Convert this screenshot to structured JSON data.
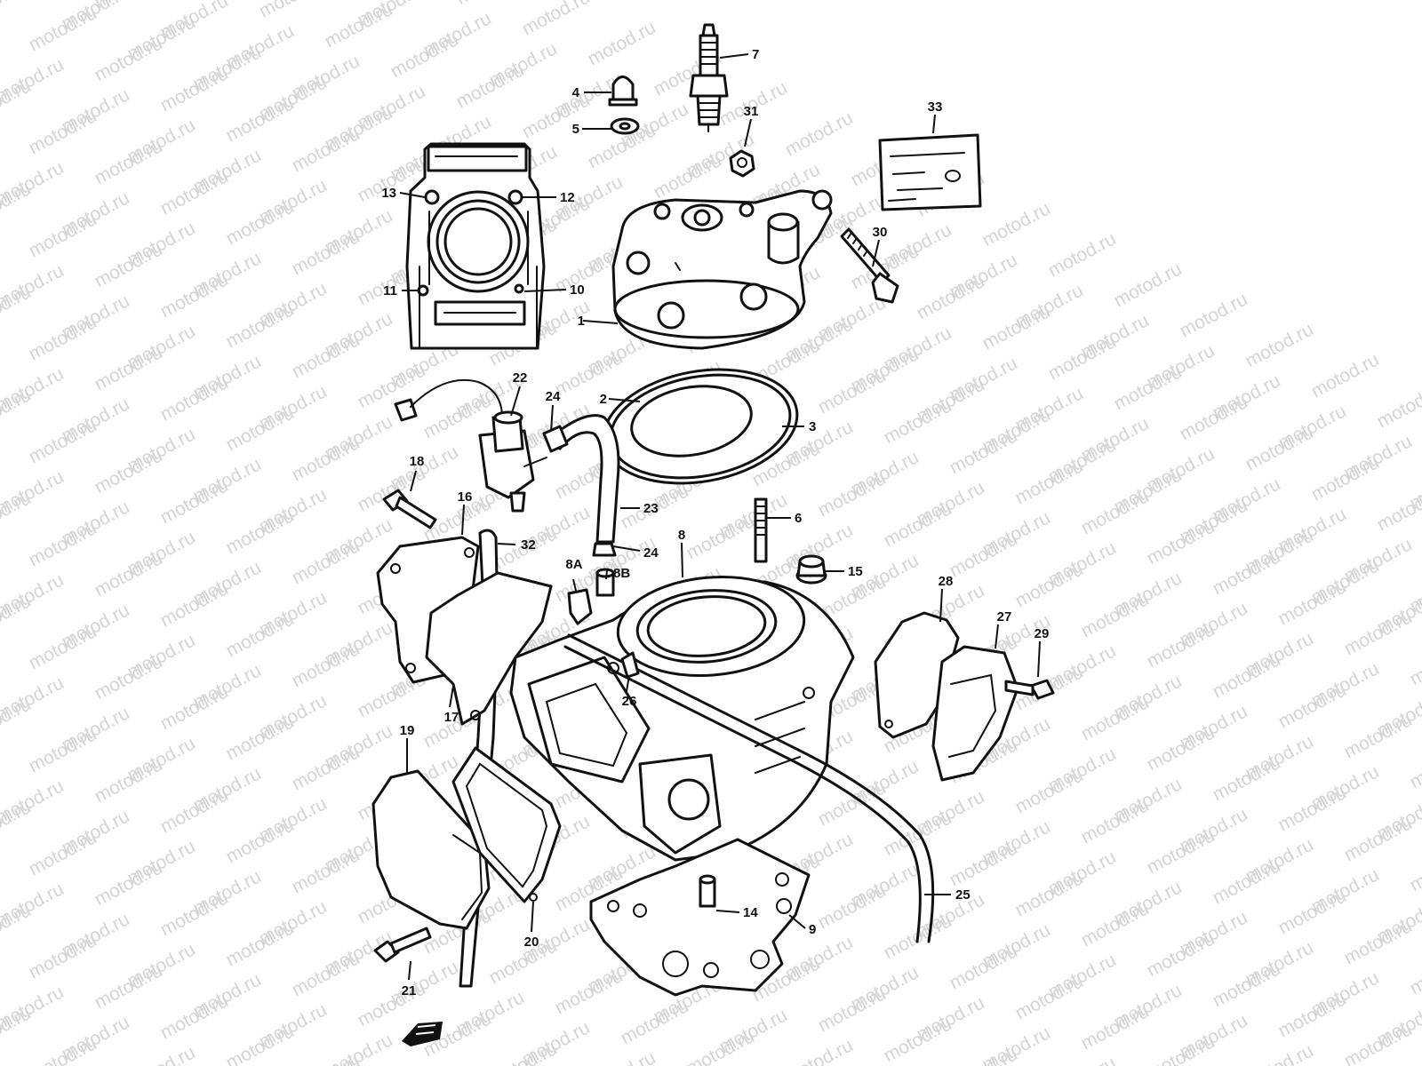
{
  "watermark": "motod.ru",
  "callouts": [
    {
      "id": "1",
      "label": "1"
    },
    {
      "id": "2",
      "label": "2"
    },
    {
      "id": "3",
      "label": "3"
    },
    {
      "id": "4",
      "label": "4"
    },
    {
      "id": "5",
      "label": "5"
    },
    {
      "id": "6",
      "label": "6"
    },
    {
      "id": "7",
      "label": "7"
    },
    {
      "id": "8",
      "label": "8"
    },
    {
      "id": "8a",
      "label": "8A"
    },
    {
      "id": "8b",
      "label": "8B"
    },
    {
      "id": "9",
      "label": "9"
    },
    {
      "id": "10",
      "label": "10"
    },
    {
      "id": "11",
      "label": "11"
    },
    {
      "id": "12",
      "label": "12"
    },
    {
      "id": "13",
      "label": "13"
    },
    {
      "id": "14",
      "label": "14"
    },
    {
      "id": "15",
      "label": "15"
    },
    {
      "id": "16",
      "label": "16"
    },
    {
      "id": "17",
      "label": "17"
    },
    {
      "id": "18",
      "label": "18"
    },
    {
      "id": "19",
      "label": "19"
    },
    {
      "id": "20",
      "label": "20"
    },
    {
      "id": "21",
      "label": "21"
    },
    {
      "id": "22",
      "label": "22"
    },
    {
      "id": "23",
      "label": "23"
    },
    {
      "id": "24a",
      "label": "24"
    },
    {
      "id": "24b",
      "label": "24"
    },
    {
      "id": "25",
      "label": "25"
    },
    {
      "id": "26",
      "label": "26"
    },
    {
      "id": "27",
      "label": "27"
    },
    {
      "id": "28",
      "label": "28"
    },
    {
      "id": "29",
      "label": "29"
    },
    {
      "id": "30",
      "label": "30"
    },
    {
      "id": "31",
      "label": "31"
    },
    {
      "id": "32",
      "label": "32"
    },
    {
      "id": "33",
      "label": "33"
    }
  ],
  "colors": {
    "line": "#111111",
    "watermark": "#d4d4d4",
    "background": "#ffffff"
  },
  "icons": {
    "front_direction": "front-arrow-icon"
  }
}
